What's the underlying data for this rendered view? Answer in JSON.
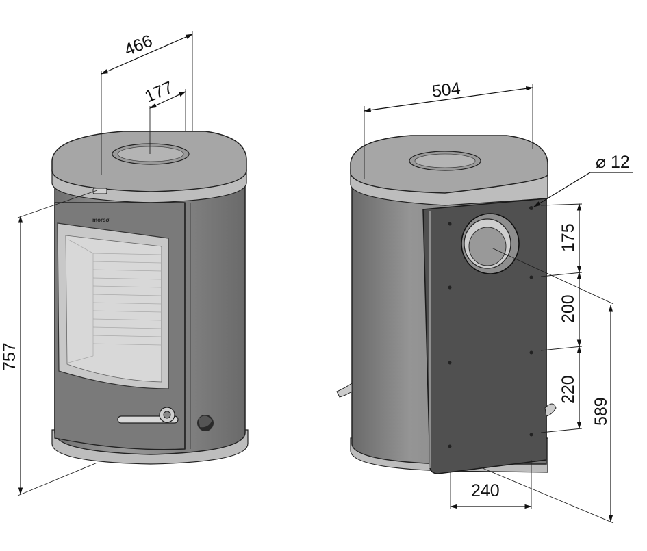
{
  "dimensions": {
    "width": "466",
    "top_outlet_offset": "177",
    "height": "757",
    "depth": "504",
    "mount_hole_diameter": "⌀ 12",
    "hole_spacing_top": "175",
    "hole_spacing_mid": "200",
    "hole_spacing_bottom": "220",
    "outlet_center_height": "589",
    "bracket_width": "240"
  },
  "front_view": {
    "brand_text": "morsø"
  },
  "colors": {
    "body": "#8c8c8c",
    "top": "#a6a6a6",
    "back_plate": "#505050",
    "line": "#111111"
  }
}
